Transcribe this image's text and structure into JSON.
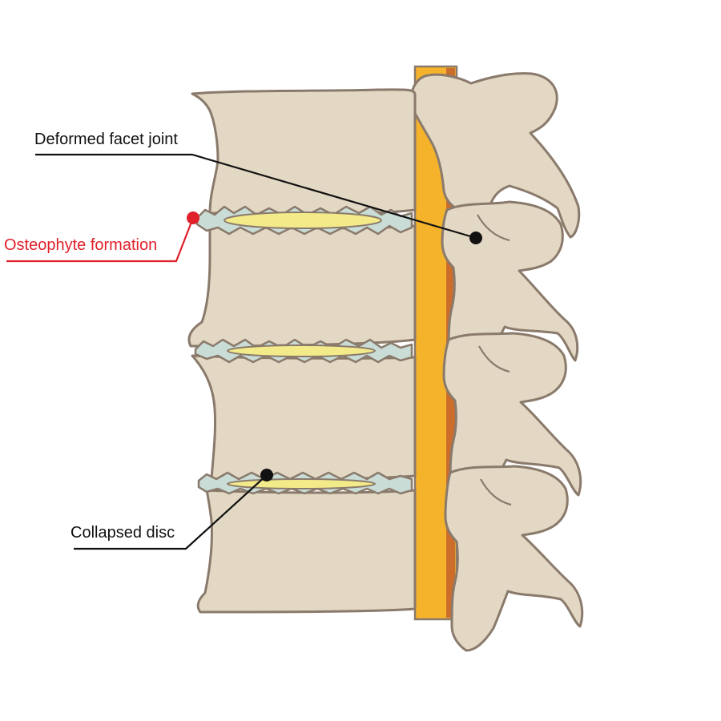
{
  "labels": {
    "facet_joint": "Deformed facet joint",
    "osteophyte": "Osteophyte formation",
    "collapsed_disc": "Collapsed disc"
  },
  "colors": {
    "bone_fill": "#e3d8c3",
    "bone_outline": "#8a7a6c",
    "spinal_canal": "#f4b32b",
    "spinal_cord_edge": "#cc6d2c",
    "disc_nucleus": "#f3ea8a",
    "disc_annulus": "#c9dcd6",
    "callout_default": "#111111",
    "callout_highlight": "#e0202a"
  }
}
